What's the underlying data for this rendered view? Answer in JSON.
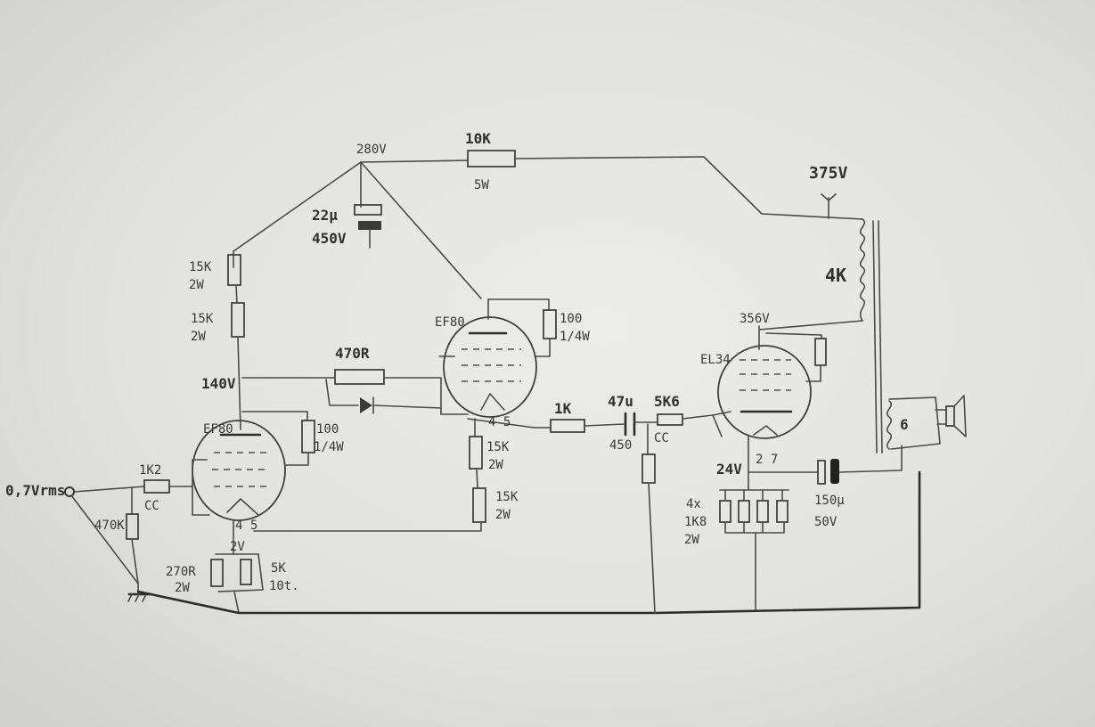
{
  "labels": {
    "top_voltage": "280V",
    "top_resistor": "10K",
    "top_resistor_power": "5W",
    "supply_voltage": "375V",
    "reservoir_cap": "22µ",
    "reservoir_cap_voltage": "450V",
    "r_upper": "15K",
    "r_upper_power": "2W",
    "r_lower": "15K",
    "r_lower_power": "2W",
    "mid_voltage": "140V",
    "feedback_resistor": "470R",
    "v1_name": "EF80",
    "v1_plate_r": "100",
    "v1_plate_r_power": "1/4W",
    "v2_name": "EF80",
    "v2_plate_r": "100",
    "v2_plate_r_power": "1/4W",
    "transformer_impedance": "4K",
    "output_plate_voltage": "356V",
    "output_tube": "EL34",
    "input_level": "0,7Vrms",
    "grid_stopper": "1K2",
    "grid_stopper_type": "CC",
    "input_resistor": "470K",
    "cathode_voltage_1": "2V",
    "cathode_r": "270R",
    "cathode_r_power": "2W",
    "pot_value": "5K",
    "pot_type": "10t.",
    "v2_pins": "4 5",
    "v1_pins": "4 5",
    "r_mid_1": "15K",
    "r_mid_1_power": "2W",
    "r_mid_2": "15K",
    "r_mid_2_power": "2W",
    "coupling_r": "1K",
    "coupling_cap": "47u",
    "coupling_cap_v": "450",
    "grid_r": "5K6",
    "grid_r_type": "CC",
    "output_cathode_voltage": "24V",
    "output_pins": "2 7",
    "cathode_array_count": "4x",
    "cathode_array_value": "1K8",
    "cathode_array_power": "2W",
    "bypass_cap": "150µ",
    "bypass_cap_voltage": "50V",
    "speaker_tap": "6"
  }
}
